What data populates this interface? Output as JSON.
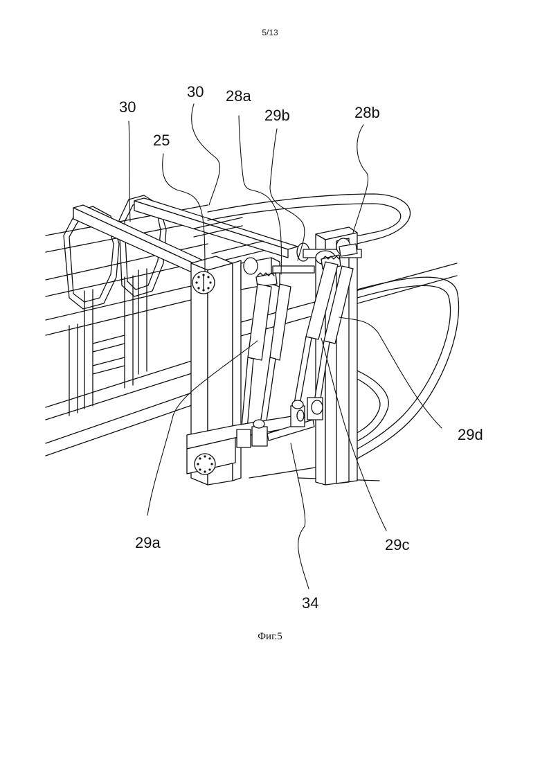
{
  "page": {
    "sheet_number": "5/13",
    "caption": "Фиг.5"
  },
  "labels": {
    "l30_left": "30",
    "l30_top": "30",
    "l28a": "28a",
    "l29b": "29b",
    "l28b": "28b",
    "l25": "25",
    "l29d": "29d",
    "l29a": "29a",
    "l29c": "29c",
    "l34": "34"
  }
}
